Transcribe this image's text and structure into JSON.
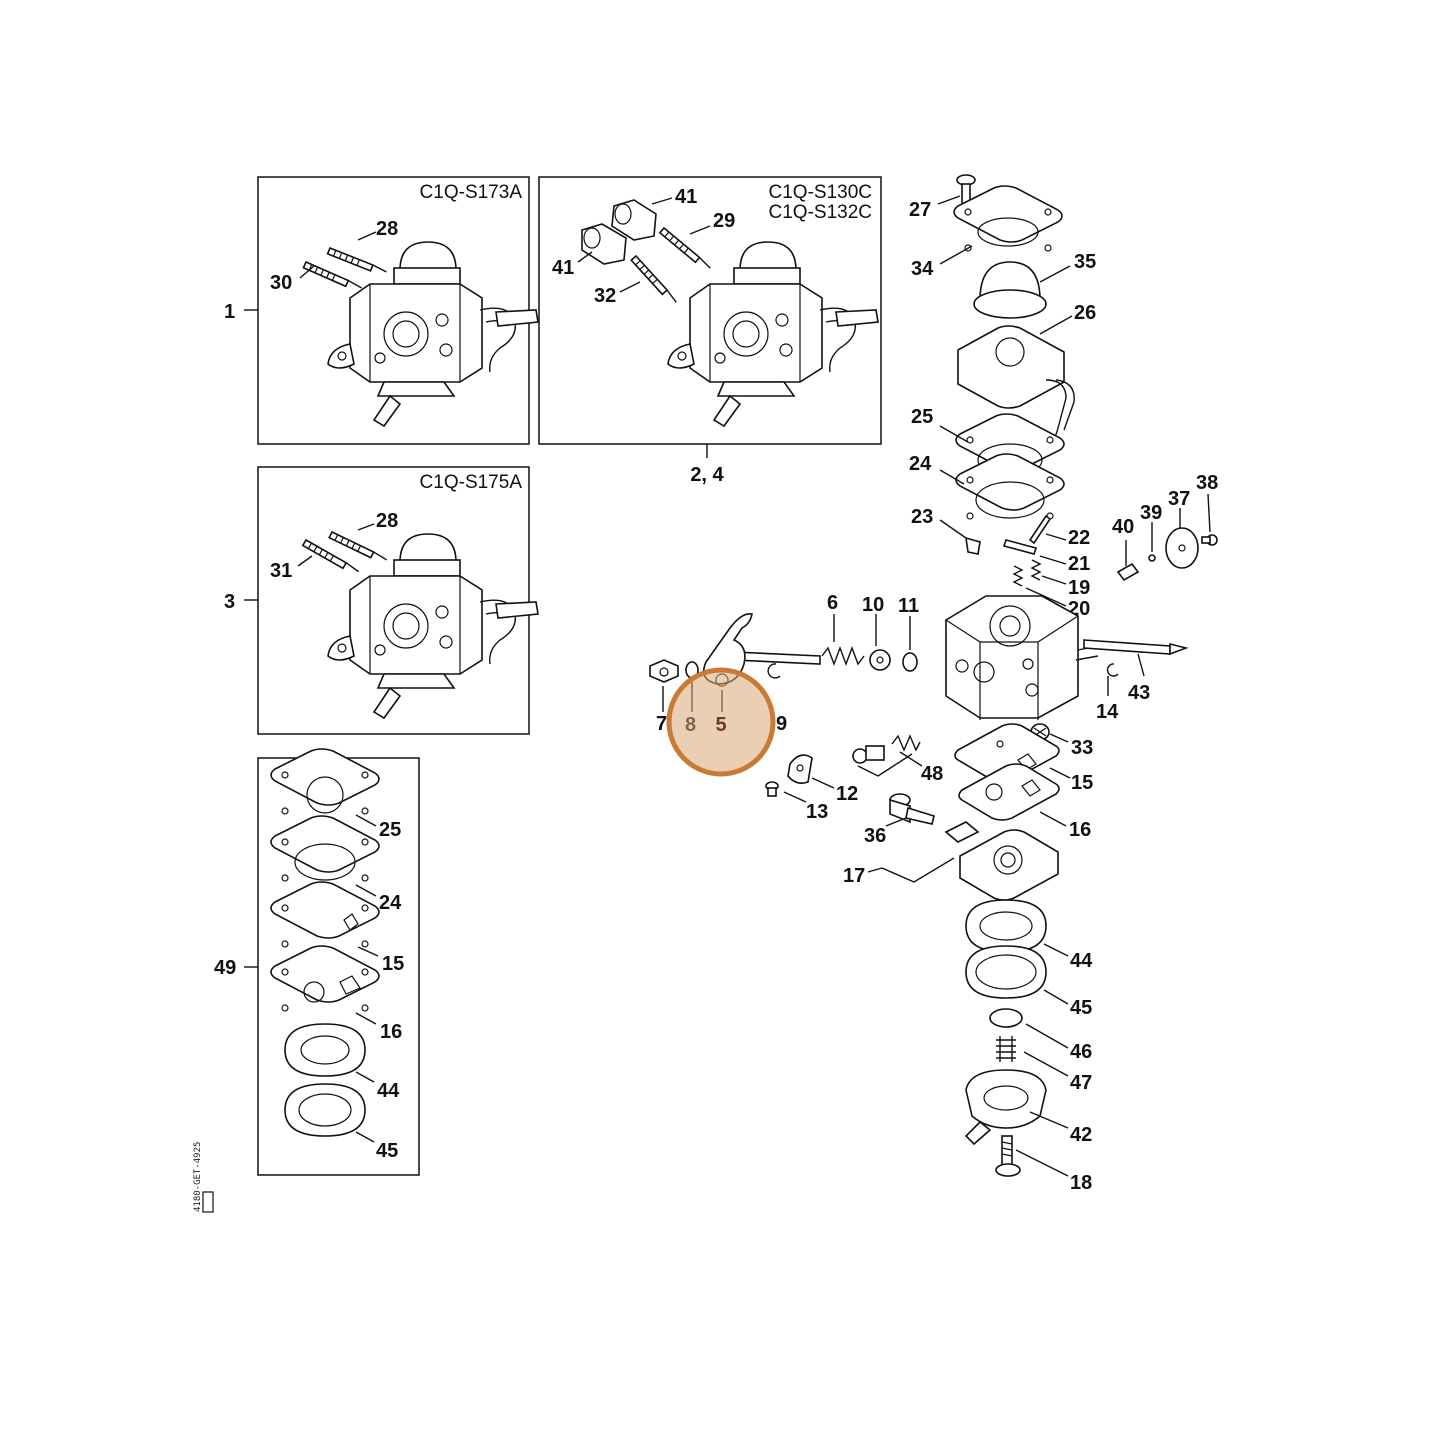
{
  "boxes": {
    "box1_model": "C1Q-S173A",
    "box2_model_a": "C1Q-S130C",
    "box2_model_b": "C1Q-S132C",
    "box3_model": "C1Q-S175A"
  },
  "callouts": {
    "n1": "1",
    "n2_4": "2, 4",
    "n3": "3",
    "n5": "5",
    "n6": "6",
    "n7": "7",
    "n8": "8",
    "n9": "9",
    "n10": "10",
    "n11": "11",
    "n12": "12",
    "n13": "13",
    "n14": "14",
    "n15": "15",
    "n16": "16",
    "n17": "17",
    "n18": "18",
    "n19": "19",
    "n20": "20",
    "n21": "21",
    "n22": "22",
    "n23": "23",
    "n24": "24",
    "n25": "25",
    "n26": "26",
    "n27": "27",
    "n28": "28",
    "n29": "29",
    "n30": "30",
    "n31": "31",
    "n32": "32",
    "n33": "33",
    "n34": "34",
    "n35": "35",
    "n36": "36",
    "n37": "37",
    "n38": "38",
    "n39": "39",
    "n40": "40",
    "n41": "41",
    "n42": "42",
    "n43": "43",
    "n44": "44",
    "n45": "45",
    "n46": "46",
    "n47": "47",
    "n48": "48",
    "n49": "49"
  },
  "drawing_code": "4180-GET-4925",
  "highlight": {
    "target_part": "5",
    "color": "#c97a35"
  }
}
